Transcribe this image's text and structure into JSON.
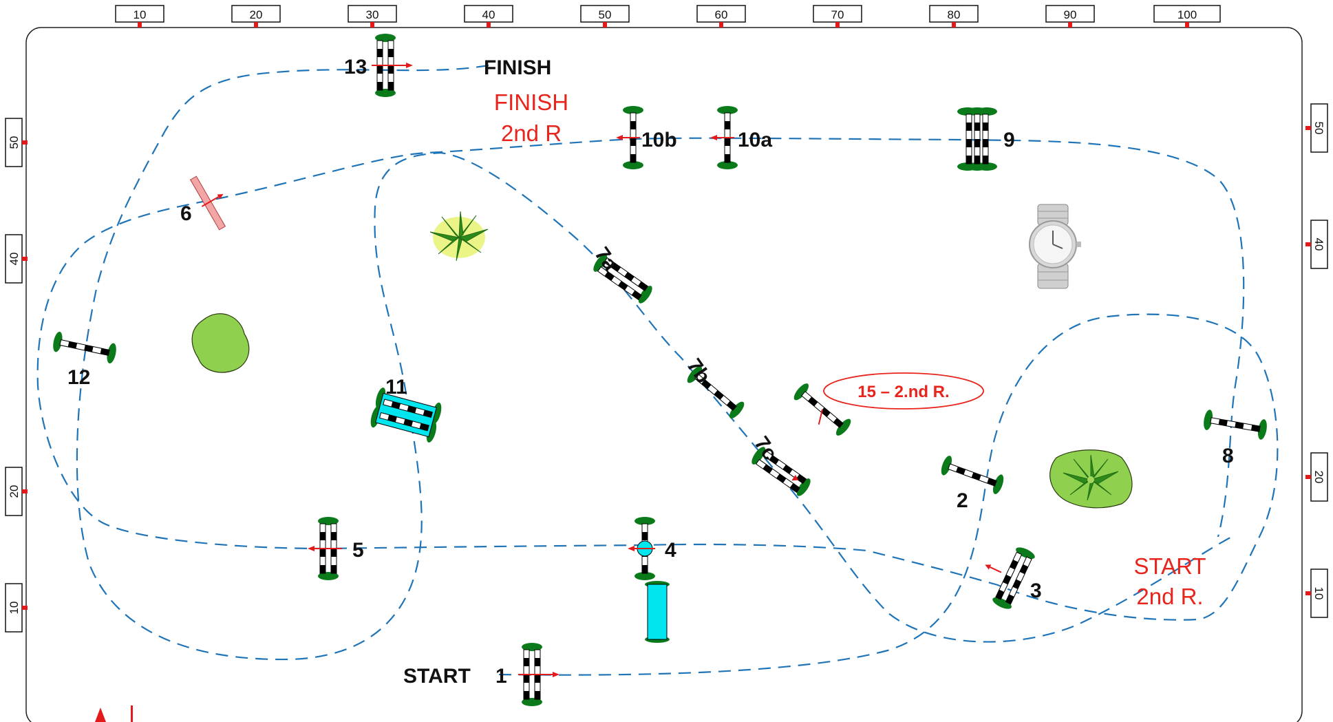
{
  "scale": {
    "top": [
      "10",
      "20",
      "30",
      "40",
      "50",
      "60",
      "70",
      "80",
      "90",
      "100"
    ],
    "left": [
      "50",
      "40",
      "20",
      "10"
    ],
    "right": [
      "50",
      "40",
      "20",
      "10"
    ]
  },
  "labels": {
    "start": "START",
    "finish": "FINISH",
    "finish_2nd_line1": "FINISH",
    "finish_2nd_line2": "2nd R",
    "start_2nd_line1": "START",
    "start_2nd_line2": "2nd R.",
    "extra_obstacle": "15 – 2.nd R."
  },
  "obstacles": [
    "1",
    "2",
    "3",
    "4",
    "5",
    "6",
    "7a",
    "7b",
    "7c",
    "8",
    "9",
    "10a",
    "10b",
    "11",
    "12",
    "13"
  ],
  "colors": {
    "route": "#1f74b8",
    "marker": "#e31a1c",
    "bush": "#0b7a1a",
    "water": "#00e5ee",
    "grass": "#8fd14f"
  },
  "icons": [
    "watch-icon",
    "palm-plant-icon",
    "grass-patch-icon",
    "water-tray-icon"
  ]
}
